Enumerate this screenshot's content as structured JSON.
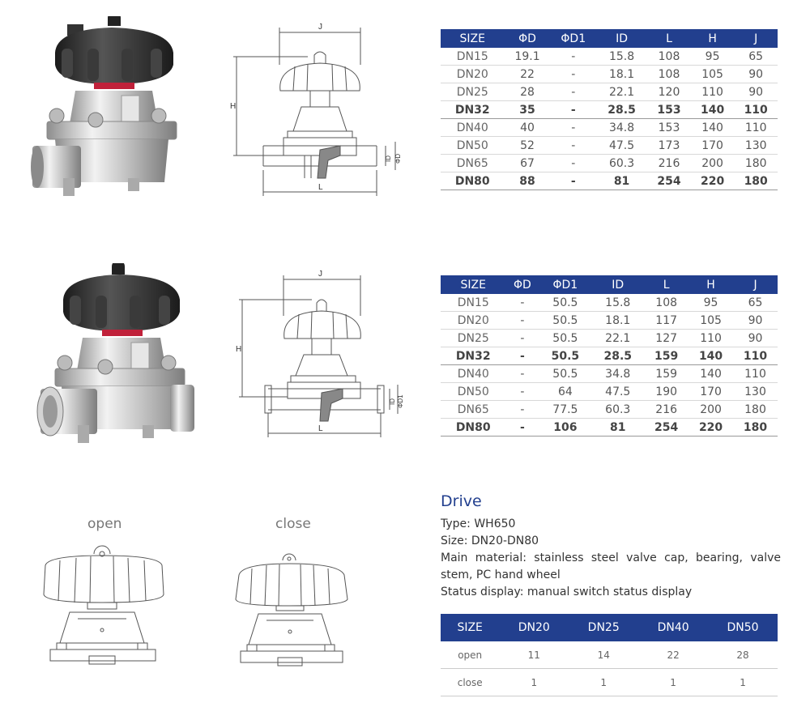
{
  "table1": {
    "headers": [
      "SIZE",
      "ΦD",
      "ΦD1",
      "ID",
      "L",
      "H",
      "J"
    ],
    "rows": [
      [
        "DN15",
        "19.1",
        "-",
        "15.8",
        "108",
        "95",
        "65"
      ],
      [
        "DN20",
        "22",
        "-",
        "18.1",
        "108",
        "105",
        "90"
      ],
      [
        "DN25",
        "28",
        "-",
        "22.1",
        "120",
        "110",
        "90"
      ],
      [
        "DN32",
        "35",
        "-",
        "28.5",
        "153",
        "140",
        "110"
      ],
      [
        "DN40",
        "40",
        "-",
        "34.8",
        "153",
        "140",
        "110"
      ],
      [
        "DN50",
        "52",
        "-",
        "47.5",
        "173",
        "170",
        "130"
      ],
      [
        "DN65",
        "67",
        "-",
        "60.3",
        "216",
        "200",
        "180"
      ],
      [
        "DN80",
        "88",
        "-",
        "81",
        "254",
        "220",
        "180"
      ]
    ],
    "bold_rows": [
      3,
      7
    ]
  },
  "table2": {
    "headers": [
      "SIZE",
      "ΦD",
      "ΦD1",
      "ID",
      "L",
      "H",
      "J"
    ],
    "rows": [
      [
        "DN15",
        "-",
        "50.5",
        "15.8",
        "108",
        "95",
        "65"
      ],
      [
        "DN20",
        "-",
        "50.5",
        "18.1",
        "117",
        "105",
        "90"
      ],
      [
        "DN25",
        "-",
        "50.5",
        "22.1",
        "127",
        "110",
        "90"
      ],
      [
        "DN32",
        "-",
        "50.5",
        "28.5",
        "159",
        "140",
        "110"
      ],
      [
        "DN40",
        "-",
        "50.5",
        "34.8",
        "159",
        "140",
        "110"
      ],
      [
        "DN50",
        "-",
        "64",
        "47.5",
        "190",
        "170",
        "130"
      ],
      [
        "DN65",
        "-",
        "77.5",
        "60.3",
        "216",
        "200",
        "180"
      ],
      [
        "DN80",
        "-",
        "106",
        "81",
        "254",
        "220",
        "180"
      ]
    ],
    "bold_rows": [
      3,
      7
    ]
  },
  "drawing1": {
    "labels": {
      "j": "J",
      "h": "H",
      "l": "L",
      "id": "ID",
      "od": "ΦD"
    }
  },
  "drawing2": {
    "labels": {
      "j": "J",
      "h": "H",
      "l": "L",
      "id": "ID",
      "od": "ΦD1"
    }
  },
  "states": {
    "open": "open",
    "close": "close"
  },
  "drive": {
    "title": "Drive",
    "lines": [
      "Type: WH650",
      "Size: DN20-DN80",
      "Main material: stainless steel valve cap, bearing, valve stem, PC hand wheel",
      "Status display: manual switch status display"
    ],
    "table": {
      "headers": [
        "SIZE",
        "DN20",
        "DN25",
        "DN40",
        "DN50"
      ],
      "rows": [
        [
          "open",
          "11",
          "14",
          "22",
          "28"
        ],
        [
          "close",
          "1",
          "1",
          "1",
          "1"
        ]
      ]
    }
  },
  "colors": {
    "header_blue": "#223f8e",
    "handwheel": "#2b2b2b",
    "steel": "#c9c9c9",
    "red_ring": "#c0213a"
  }
}
